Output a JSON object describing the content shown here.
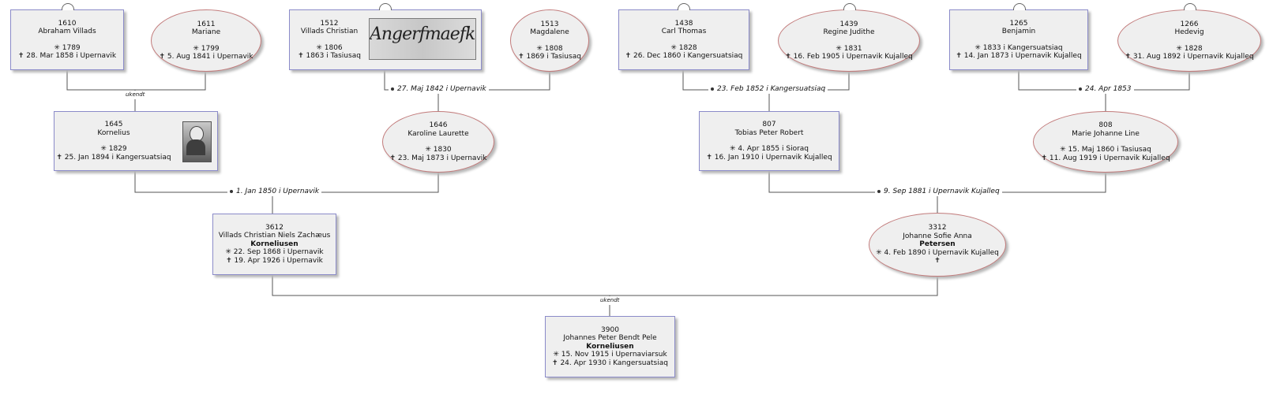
{
  "people": {
    "p1610": {
      "id": "1610",
      "name": "Abraham Villads",
      "birth": "✳ 1789",
      "death": "✝ 28. Mar 1858 i  Upernavik"
    },
    "p1611": {
      "id": "1611",
      "name": "Mariane",
      "birth": "✳ 1799",
      "death": "✝ 5. Aug 1841 i  Upernavik"
    },
    "p1512": {
      "id": "1512",
      "name": "Villads Christian",
      "birth": "✳ 1806",
      "death": "✝ 1863 i  Tasiusaq"
    },
    "p1513": {
      "id": "1513",
      "name": "Magdalene",
      "birth": "✳ 1808",
      "death": "✝ 1869 i  Tasiusaq"
    },
    "p1438": {
      "id": "1438",
      "name": "Carl Thomas",
      "birth": "✳ 1828",
      "death": "✝ 26. Dec 1860 i  Kangersuatsiaq"
    },
    "p1439": {
      "id": "1439",
      "name": "Regine Judithe",
      "birth": "✳ 1831",
      "death": "✝ 16. Feb 1905 i  Upernavik Kujalleq"
    },
    "p1265": {
      "id": "1265",
      "name": "Benjamin",
      "birth": "✳ 1833 i  Kangersuatsiaq",
      "death": "✝ 14. Jan 1873 i  Upernavik Kujalleq"
    },
    "p1266": {
      "id": "1266",
      "name": "Hedevig",
      "birth": "✳ 1828",
      "death": "✝ 31. Aug 1892 i  Upernavik Kujalleq"
    },
    "p1645": {
      "id": "1645",
      "name": "Kornelius",
      "birth": "✳ 1829",
      "death": "✝ 25. Jan 1894 i  Kangersuatsiaq"
    },
    "p1646": {
      "id": "1646",
      "name": "Karoline Laurette",
      "birth": "✳ 1830",
      "death": "✝ 23. Maj 1873 i  Upernavik"
    },
    "p807": {
      "id": "807",
      "name": "Tobias Peter Robert",
      "birth": "✳ 4. Apr 1855 i  Sioraq",
      "death": "✝ 16. Jan 1910 i  Upernavik Kujalleq"
    },
    "p808": {
      "id": "808",
      "name": "Marie Johanne Line",
      "birth": "✳ 15. Maj 1860 i  Tasiusaq",
      "death": "✝ 11. Aug 1919 i  Upernavik Kujalleq"
    },
    "p3612": {
      "id": "3612",
      "name": "Villads Christian Niels Zachæus",
      "surname": "Korneliusen",
      "birth": "✳ 22. Sep 1868 i  Upernavik",
      "death": "✝ 19. Apr 1926 i  Upernavik"
    },
    "p3312": {
      "id": "3312",
      "name": "Johanne Sofie Anna",
      "surname": "Petersen",
      "birth": "✳ 4. Feb 1890 i  Upernavik Kujalleq",
      "death": "✝"
    },
    "p3900": {
      "id": "3900",
      "name": "Johannes Peter Bendt Pele",
      "surname": "Korneliusen",
      "birth": "✳ 15. Nov 1915 i  Upernaviarsuk",
      "death": "✝ 24. Apr 1930 i  Kangersuatsiaq"
    }
  },
  "families": {
    "f1": "ukendt",
    "f2": "27. Maj 1842 i  Upernavik",
    "f3": "23. Feb 1852 i  Kangersuatsiaq",
    "f4": "24. Apr 1853",
    "f5": "1. Jan 1850 i  Upernavik",
    "f6": "9. Sep 1881 i  Upernavik Kujalleq",
    "f7": "ukendt"
  },
  "media": {
    "signature_text": "Angerfmaefki"
  },
  "colors": {
    "male_border": "#8b8bc9",
    "female_border": "#c27b7b",
    "box_fill": "#efefef",
    "line": "#555555"
  }
}
